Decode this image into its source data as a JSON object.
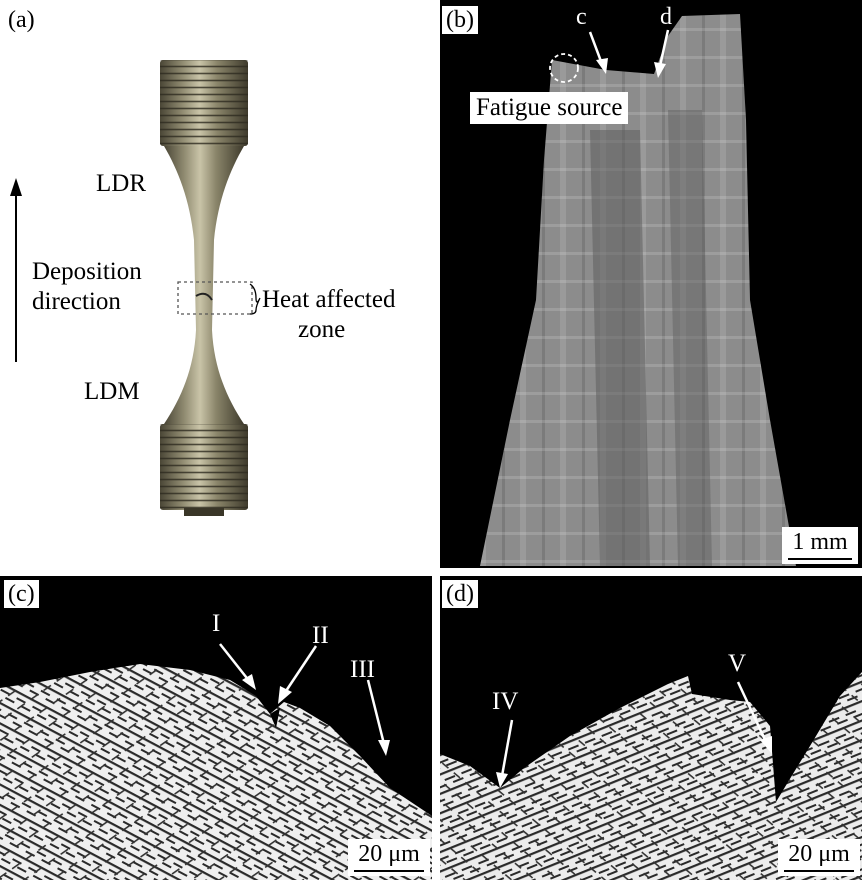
{
  "panels": {
    "a": {
      "tag": "(a)",
      "label_ldr": "LDR",
      "label_ldm": "LDM",
      "label_dir_line1": "Deposition",
      "label_dir_line2": "direction",
      "label_haz_line1": "Heat affected",
      "label_haz_line2": "zone"
    },
    "b": {
      "tag": "(b)",
      "marker_c": "c",
      "marker_d": "d",
      "fatigue_label": "Fatigue source",
      "scale": "1 mm"
    },
    "c": {
      "tag": "(c)",
      "marker_1": "I",
      "marker_2": "II",
      "marker_3": "III",
      "scale": "20 μm"
    },
    "d": {
      "tag": "(d)",
      "marker_4": "IV",
      "marker_5": "V",
      "scale": "20 μm"
    }
  },
  "colors": {
    "background": "#000000",
    "specimen_metal": "#8a8570",
    "fracture_gray": "#9a9a9a",
    "microstructure_light": "#e8e8e8"
  }
}
